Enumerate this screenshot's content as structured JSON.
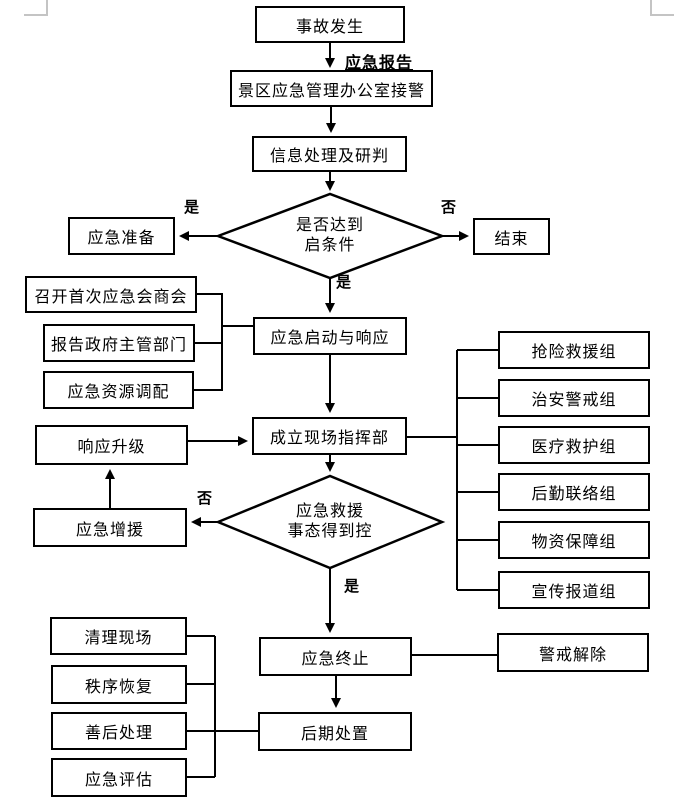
{
  "flowchart": {
    "title_hint": "scenic-area emergency response flowchart",
    "nodes": {
      "accident": "事故发生",
      "office": "景区应急管理办公室接警",
      "info": "信息处理及研判",
      "decision1": {
        "line1": "是否达到",
        "line2": "启条件"
      },
      "prepare": "应急准备",
      "end": "结束",
      "meeting": "召开首次应急会商会",
      "report_gov": "报告政府主管部门",
      "resource": "应急资源调配",
      "launch": "应急启动与响应",
      "command": "成立现场指挥部",
      "upgrade": "响应升级",
      "reinforce": "应急增援",
      "decision2": {
        "line1": "应急救援",
        "line2": "事态得到控"
      },
      "teams": [
        "抢险救援组",
        "治安警戒组",
        "医疗救护组",
        "后勤联络组",
        "物资保障组",
        "宣传报道组"
      ],
      "terminate": "应急终止",
      "lift_alert": "警戒解除",
      "aftermath": "后期处置",
      "recovery": [
        "清理现场",
        "秩序恢复",
        "善后处理",
        "应急评估"
      ]
    },
    "edge_labels": {
      "report": "应急报告",
      "decision1_yes": "是",
      "decision1_no": "否",
      "decision1_down": "是",
      "decision2_no": "否",
      "decision2_down": "是"
    },
    "colors": {
      "line": "#000000",
      "background": "#ffffff",
      "box_fill": "#ffffff",
      "corner_mark": "#c4c4c4"
    }
  }
}
